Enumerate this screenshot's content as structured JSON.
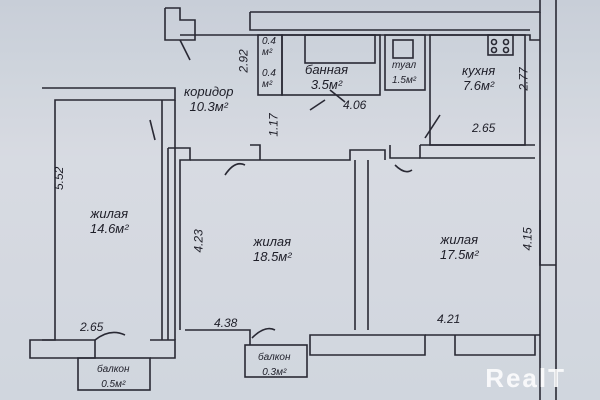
{
  "rooms": {
    "corridor": {
      "name": "коридор",
      "area": "10.3м²"
    },
    "bathroom": {
      "name": "банная",
      "area": "3.5м²"
    },
    "toilet": {
      "name": "туал",
      "area": "1.5м²"
    },
    "kitchen": {
      "name": "кухня",
      "area": "7.6м²"
    },
    "living1": {
      "name": "жилая",
      "area": "14.6м²"
    },
    "living2": {
      "name": "жилая",
      "area": "18.5м²"
    },
    "living3": {
      "name": "жилая",
      "area": "17.5м²"
    },
    "balcony1": {
      "name": "балкон",
      "area": "0.5м²"
    },
    "balcony2": {
      "name": "балкон",
      "area": "0.3м²"
    }
  },
  "dimensions": {
    "corridor_h": "2.92",
    "closet_top": "0.4 м²",
    "closet_bottom": "0.4 м²",
    "bath_w": "4.06",
    "kitchen_h": "2.77",
    "kitchen_w": "2.65",
    "corridor_w": "1.17",
    "living1_h": "5.52",
    "living1_w": "2.65",
    "living2_h": "4.23",
    "living2_w": "4.38",
    "living3_h": "4.15",
    "living3_w": "4.21"
  },
  "watermark": "RealT"
}
